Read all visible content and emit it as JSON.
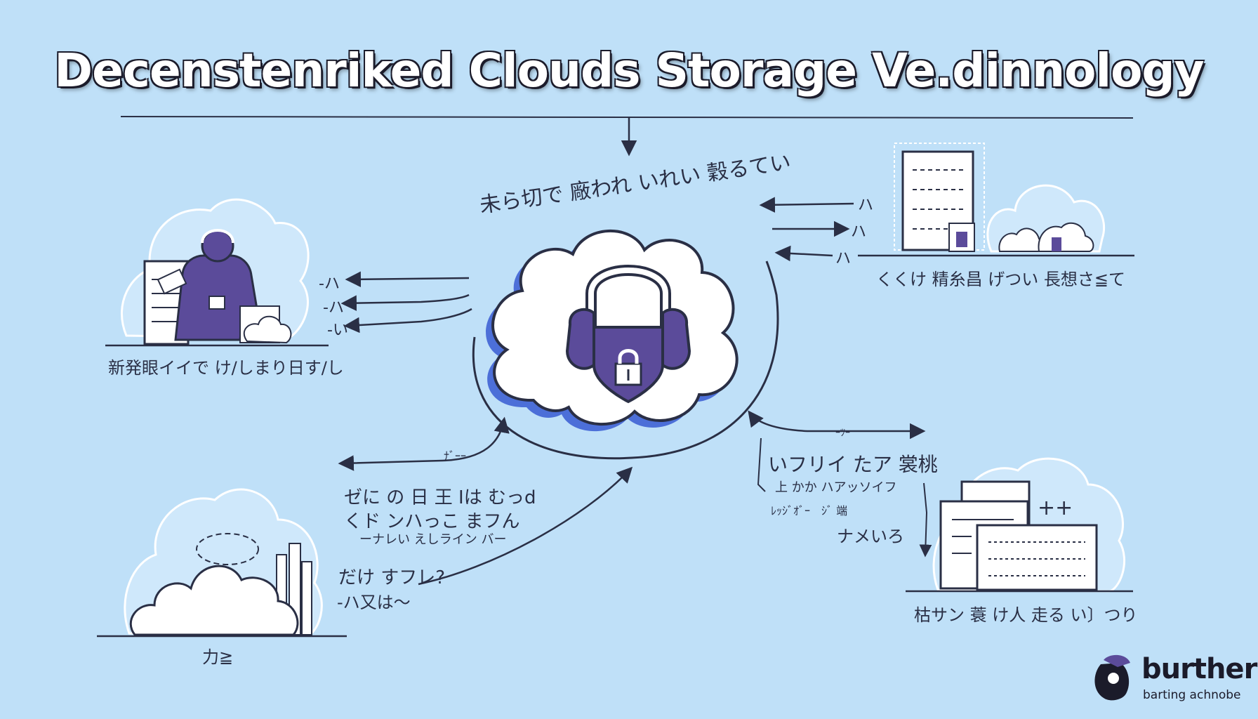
{
  "title": "Decenstenriked Clouds Storage Ve.dinnology",
  "center_arc_label": "未ら切で 廠われ いれい 穀るてい",
  "nodes": [
    {
      "id": "user",
      "label": "新発眼イイで け/しまり日す/し"
    },
    {
      "id": "server",
      "label": "くくけ 精糸昌 げつい 長想さ≦て"
    },
    {
      "id": "cloud-city",
      "label": "力≧"
    },
    {
      "id": "documents",
      "label": "枯サン 蓑 け人 走る い〕つり"
    }
  ],
  "notes": {
    "left_top": [
      "-ハ",
      "-ハ",
      "-い"
    ],
    "left_mid_arrow": "ﾅﾞｰｰ",
    "left_block": [
      "ゼに の 日 王 Iは むっd",
      "くド ンハっこ まフん",
      "ーナレい えしライン バー"
    ],
    "left_bottom": [
      "だけ すフレ?",
      "-ハ又は〜"
    ],
    "right_top": [
      "ハ",
      "ハ",
      "ハ"
    ],
    "right_arrow": "ｰﾂｰ",
    "right_block": [
      "いフリイ たア 裳桃",
      "上 かか ハアッソイフ",
      "ﾚｯｼﾞｵﾞｰ　ｼﾞ 端",
      "ナメいろ"
    ],
    "right_plus": "++"
  },
  "logo": {
    "word": "burther",
    "sub": "barting achnobe"
  },
  "colors": {
    "background": "#bfe0f8",
    "accent_purple": "#5b4b9a",
    "line_dark": "#2a2f45",
    "cloud_white": "#ffffff",
    "cloud_shadow": "#4c6fd8"
  }
}
